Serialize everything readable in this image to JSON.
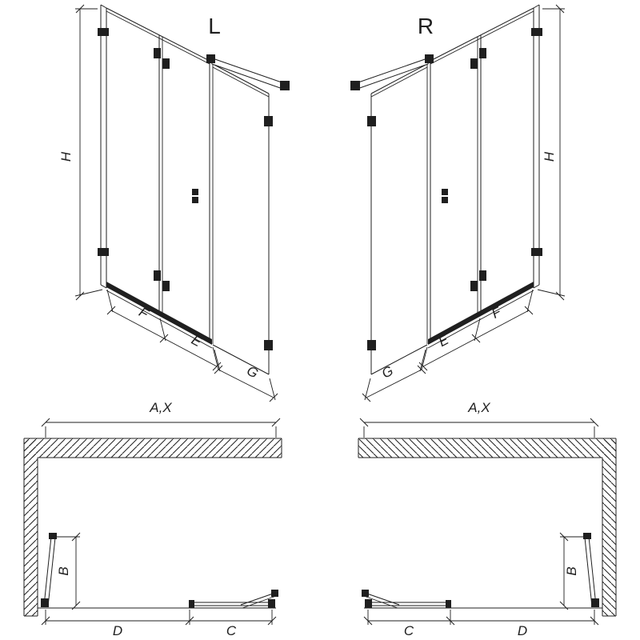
{
  "colors": {
    "line": "#1f1f1f",
    "background": "#ffffff"
  },
  "elevations": {
    "left": {
      "variant": "L",
      "height": "H",
      "widths": [
        "F",
        "E"
      ],
      "return_width": "G"
    },
    "right": {
      "variant": "R",
      "height": "H",
      "widths": [
        "E",
        "F"
      ],
      "return_width": "G"
    }
  },
  "plans": {
    "left": {
      "overall_width": "A,X",
      "door_projection": "B",
      "bottom_dims": [
        "D",
        "C"
      ]
    },
    "right": {
      "overall_width": "A,X",
      "door_projection": "B",
      "bottom_dims": [
        "C",
        "D"
      ]
    }
  }
}
